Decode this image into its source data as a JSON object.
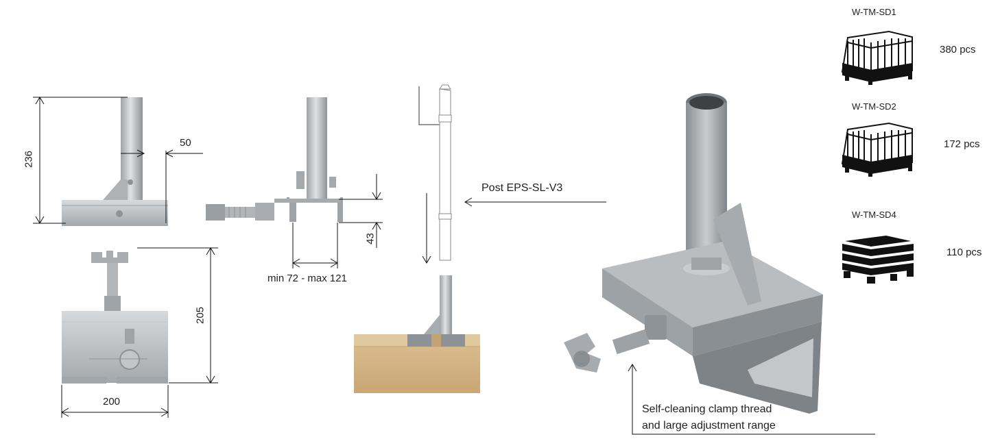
{
  "dimensions": {
    "height_post": "236",
    "offset": "50",
    "clamp_height": "205",
    "clamp_width": "200",
    "depth": "43",
    "range": "min 72 - max 121"
  },
  "labels": {
    "post": "Post  EPS-SL-V3",
    "clamp_note_line1": "Self-cleaning clamp thread",
    "clamp_note_line2": "and large adjustment range"
  },
  "packaging": [
    {
      "code": "W-TM-SD1",
      "qty": "380 pcs",
      "icon": "mesh-pallet-icon"
    },
    {
      "code": "W-TM-SD2",
      "qty": "172 pcs",
      "icon": "mesh-pallet-icon"
    },
    {
      "code": "W-TM-SD4",
      "qty": "110 pcs",
      "icon": "wooden-crate-icon"
    }
  ],
  "colors": {
    "steel": "#b8bcc0",
    "steel_dark": "#8d9296",
    "wood": "#d8b98a",
    "line": "#111111",
    "icon": "#111111"
  }
}
